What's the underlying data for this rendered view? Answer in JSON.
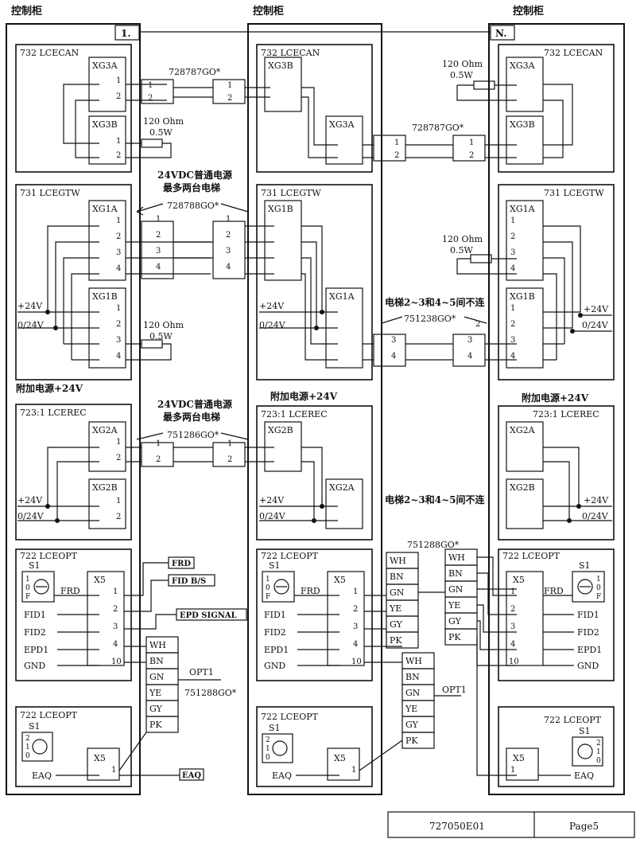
{
  "cabinets": [
    {
      "id": "left",
      "title": "控制柜",
      "number": "1."
    },
    {
      "id": "middle",
      "title": "控制柜",
      "number": ""
    },
    {
      "id": "right",
      "title": "控制柜",
      "number": "N."
    }
  ],
  "modules": {
    "can": "732 LCECAN",
    "gtw": "731 LCEGTW",
    "rec": "723:1 LCEREC",
    "opt": "722 LCEOPT"
  },
  "connectors": {
    "xg3a": "XG3A",
    "xg3b": "XG3B",
    "xg1a": "XG1A",
    "xg1b": "XG1B",
    "xg2a": "XG2A",
    "xg2b": "XG2B",
    "x5": "X5",
    "s1": "S1"
  },
  "cables": {
    "can": "728787GO*",
    "gtw": "728788GO*",
    "gtw2": "751238GO*",
    "rec": "751286GO*",
    "opt": "751288GO*"
  },
  "resistor": {
    "value": "120 Ohm",
    "power": "0.5W"
  },
  "notes": {
    "power_common": "24VDC普通电源",
    "max_two": "最多两台电梯",
    "aux_power": "附加电源+24V",
    "no_connect": "电梯2~3和4~5间不连"
  },
  "voltages": {
    "p24": "+24V",
    "z24": "0/24V"
  },
  "wire_colors": [
    "WH",
    "BN",
    "GN",
    "YE",
    "GY",
    "PK"
  ],
  "signals": {
    "frd": "FRD",
    "fid1": "FID1",
    "fid2": "FID2",
    "epd1": "EPD1",
    "gnd": "GND",
    "eaq": "EAQ",
    "opt1": "OPT1"
  },
  "tags": {
    "frd": "FRD",
    "fid_bs": "FID B/S",
    "epd_signal": "EPD SIGNAL",
    "eaq": "EAQ"
  },
  "switch_positions": {
    "one": "1",
    "zero": "0",
    "f": "F",
    "two": "2"
  },
  "pins": [
    "1",
    "2",
    "3",
    "4",
    "10"
  ],
  "footer": {
    "doc_number": "727050E01",
    "page": "Page5"
  }
}
